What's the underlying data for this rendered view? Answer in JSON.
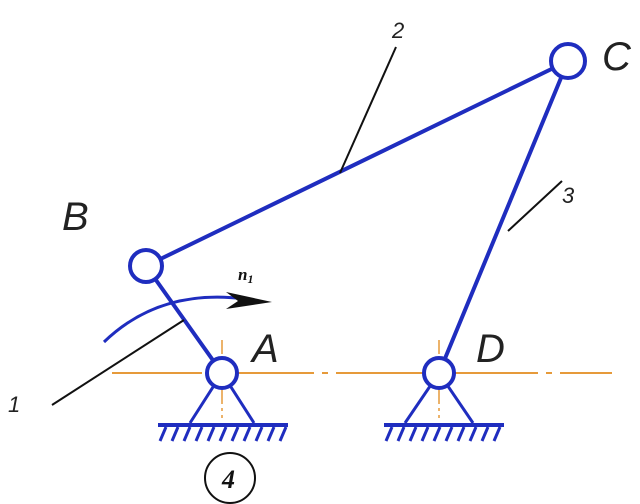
{
  "colors": {
    "link": "#1f2dbf",
    "centerline": "#e69a3a",
    "leader": "#111111",
    "text": "#222222"
  },
  "joints": {
    "A": "A",
    "B": "B",
    "C": "C",
    "D": "D"
  },
  "links": {
    "crank": "1",
    "coupler": "2",
    "rocker": "3",
    "ground": "4"
  },
  "speed": {
    "symbol": "n",
    "subscript": "1"
  }
}
